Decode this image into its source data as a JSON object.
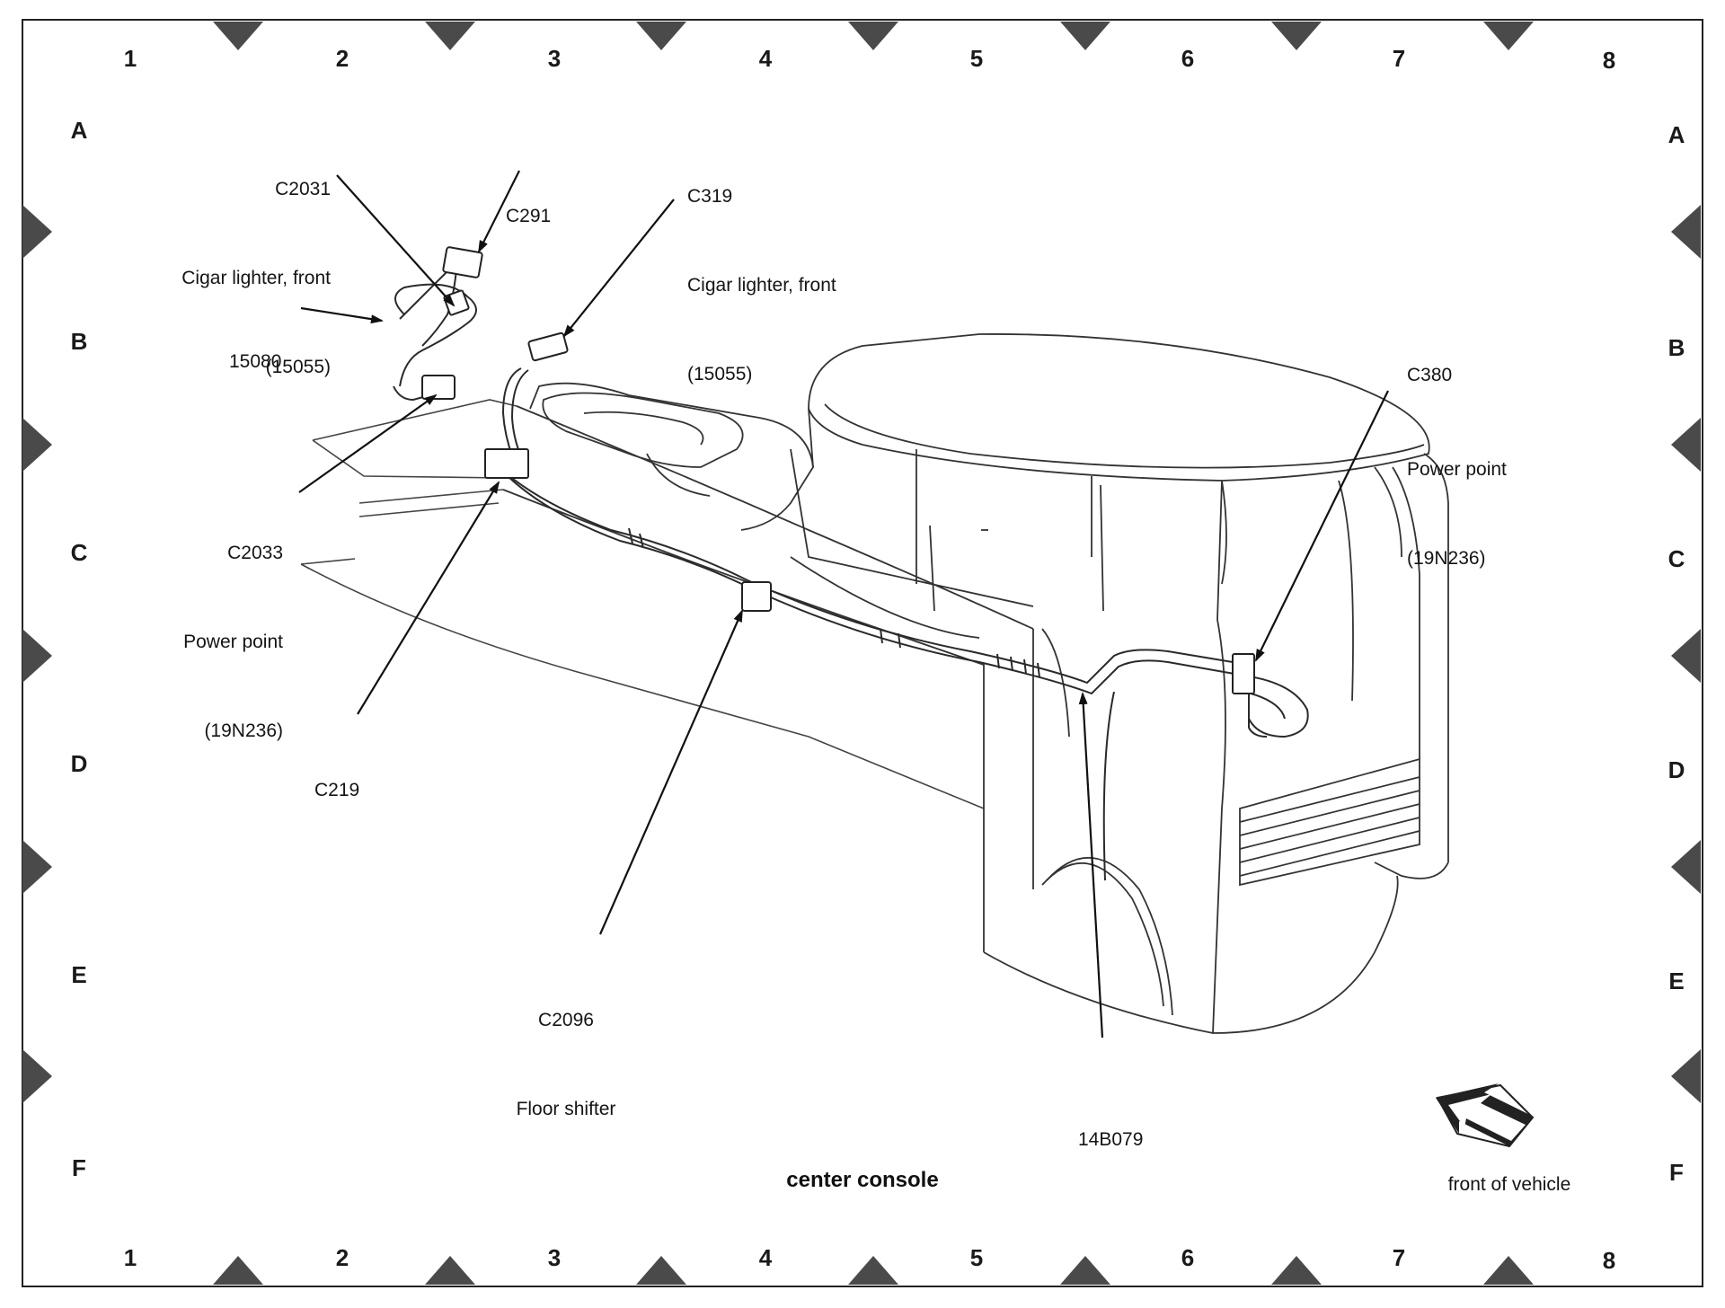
{
  "title": "center console",
  "front_arrow_caption": "front of vehicle",
  "grid": {
    "columns": [
      "1",
      "2",
      "3",
      "4",
      "5",
      "6",
      "7",
      "8"
    ],
    "rows": [
      "A",
      "B",
      "C",
      "D",
      "E",
      "F"
    ]
  },
  "callouts": {
    "c2031": {
      "id": "C2031",
      "desc": "Cigar lighter, front",
      "part": "(15055)"
    },
    "c291": {
      "id": "C291"
    },
    "c319": {
      "id": "C319",
      "desc": "Cigar lighter, front",
      "part": "(15055)"
    },
    "p15080": {
      "id": "15080"
    },
    "c2033": {
      "id": "C2033",
      "desc": "Power point",
      "part": "(19N236)"
    },
    "c219": {
      "id": "C219"
    },
    "c2096": {
      "id": "C2096",
      "desc": "Floor shifter"
    },
    "p14b079": {
      "id": "14B079"
    },
    "c380": {
      "id": "C380",
      "desc": "Power point",
      "part": "(19N236)"
    }
  }
}
